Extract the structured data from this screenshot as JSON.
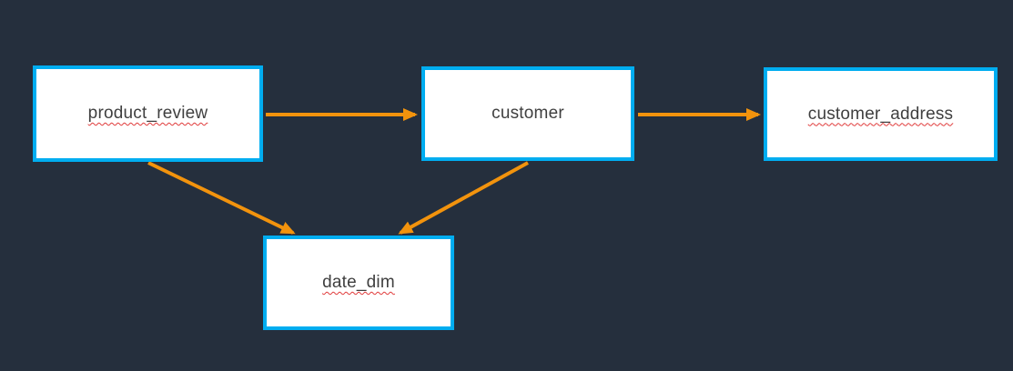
{
  "diagram": {
    "nodes": [
      {
        "id": "product_review",
        "label": "product_review",
        "spellcheck_underline": true
      },
      {
        "id": "customer",
        "label": "customer",
        "spellcheck_underline": false
      },
      {
        "id": "customer_address",
        "label": "customer_address",
        "spellcheck_underline": true
      },
      {
        "id": "date_dim",
        "label": "date_dim",
        "spellcheck_underline": true
      }
    ],
    "edges": [
      {
        "from": "product_review",
        "to": "customer"
      },
      {
        "from": "customer",
        "to": "customer_address"
      },
      {
        "from": "product_review",
        "to": "date_dim"
      },
      {
        "from": "customer",
        "to": "date_dim"
      }
    ]
  },
  "colors": {
    "background": "#252f3d",
    "node_fill": "#ffffff",
    "node_border": "#00adf0",
    "node_text": "#3f3f3f",
    "arrow": "#f2930d",
    "spellcheck_underline": "#e03a3a"
  }
}
